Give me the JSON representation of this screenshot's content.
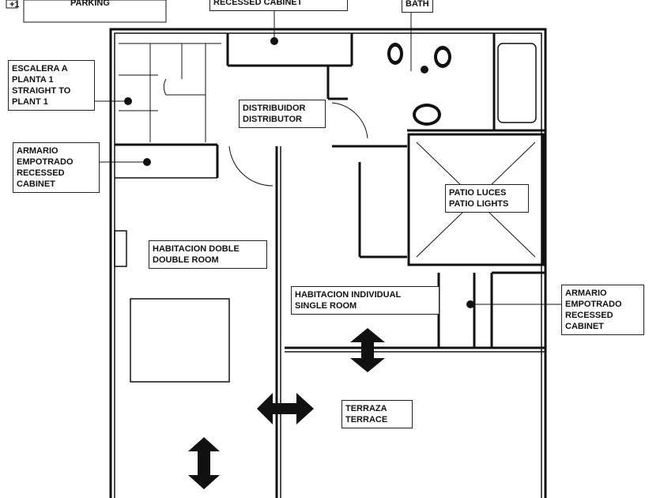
{
  "level_marker": "+1",
  "labels": {
    "parking": "PARKING",
    "recessed_cabinet_top": "RECESSED CABINET",
    "bath": "BATH",
    "stairs": "ESCALERA A\nPLANTA 1\nSTRAIGHT TO\nPLANT 1",
    "cabinet_left": "ARMARIO\nEMPOTRADO\nRECESSED\nCABINET",
    "distributor": "DISTRIBUIDOR\nDISTRIBUTOR",
    "patio": "PATIO LUCES\nPATIO LIGHTS",
    "double_room": "HABITACION DOBLE\nDOUBLE ROOM",
    "single_room": "HABITACION INDIVIDUAL\nSINGLE ROOM",
    "cabinet_right": "ARMARIO\nEMPOTRADO\nRECESSED\nCABINET",
    "terrace": "TERRAZA\nTERRACE"
  }
}
